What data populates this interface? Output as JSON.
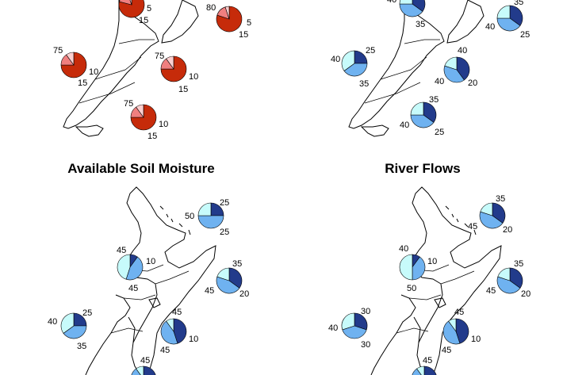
{
  "colors": {
    "above": "#223b8b",
    "near": "#6fb2f0",
    "below": "#c7fbfb",
    "temp_above": "#c62b0a",
    "temp_near": "#f07f7f",
    "temp_below": "#fbcfcf"
  },
  "panels": [
    {
      "id": "temperature",
      "title": "",
      "pies": [
        {
          "id": "nw",
          "above": 75,
          "near": 15,
          "below": 10
        },
        {
          "id": "ne",
          "above": 80,
          "near": 15,
          "below": 5
        },
        {
          "id": "wn",
          "above": 75,
          "near": 15,
          "below": 10
        },
        {
          "id": "en",
          "above": 75,
          "near": 15,
          "below": 10
        },
        {
          "id": "ws",
          "above": 75,
          "near": 15,
          "below": 10
        },
        {
          "id": "top",
          "above": 75,
          "near": 15,
          "below": 5
        }
      ],
      "labels": [
        "75",
        "10",
        "15",
        "75",
        "10",
        "15",
        "75",
        "10",
        "15",
        "80",
        "5",
        "15",
        "5",
        "15"
      ]
    },
    {
      "id": "rainfall",
      "title": "",
      "pies": [
        {
          "id": "top",
          "above": 35,
          "near": 40,
          "below": 25
        },
        {
          "id": "ne",
          "above": 35,
          "near": 40,
          "below": 25
        },
        {
          "id": "wn",
          "above": 25,
          "near": 40,
          "below": 35
        },
        {
          "id": "en",
          "above": 40,
          "near": 40,
          "below": 20
        },
        {
          "id": "ws",
          "above": 35,
          "near": 40,
          "below": 25
        }
      ],
      "labels": [
        "40",
        "35",
        "35",
        "40",
        "25",
        "25",
        "40",
        "35",
        "40",
        "40",
        "20",
        "35",
        "40",
        "25"
      ]
    },
    {
      "id": "soil",
      "title": "Available Soil Moisture",
      "pies": [
        {
          "id": "ne",
          "above": 25,
          "near": 50,
          "below": 25
        },
        {
          "id": "nw",
          "above": 10,
          "near": 45,
          "below": 45
        },
        {
          "id": "en",
          "above": 35,
          "near": 45,
          "below": 20
        },
        {
          "id": "wn",
          "above": 25,
          "near": 40,
          "below": 35
        },
        {
          "id": "es",
          "above": 45,
          "near": 45,
          "below": 10
        },
        {
          "id": "s",
          "above": 45,
          "near": 45,
          "below": 10
        }
      ],
      "labels": [
        "25",
        "50",
        "25",
        "45",
        "10",
        "45",
        "35",
        "45",
        "20",
        "25",
        "40",
        "35",
        "45",
        "10",
        "45",
        "45"
      ]
    },
    {
      "id": "river",
      "title": "River Flows",
      "pies": [
        {
          "id": "ne",
          "above": 35,
          "near": 45,
          "below": 20
        },
        {
          "id": "nw",
          "above": 10,
          "near": 40,
          "below": 50
        },
        {
          "id": "en",
          "above": 35,
          "near": 45,
          "below": 20
        },
        {
          "id": "wn",
          "above": 30,
          "near": 40,
          "below": 30
        },
        {
          "id": "es",
          "above": 45,
          "near": 45,
          "below": 10
        },
        {
          "id": "s",
          "above": 45,
          "near": 45,
          "below": 10
        }
      ],
      "labels": [
        "35",
        "45",
        "20",
        "40",
        "10",
        "50",
        "35",
        "45",
        "20",
        "30",
        "40",
        "30",
        "45",
        "10",
        "45",
        "45"
      ]
    }
  ]
}
